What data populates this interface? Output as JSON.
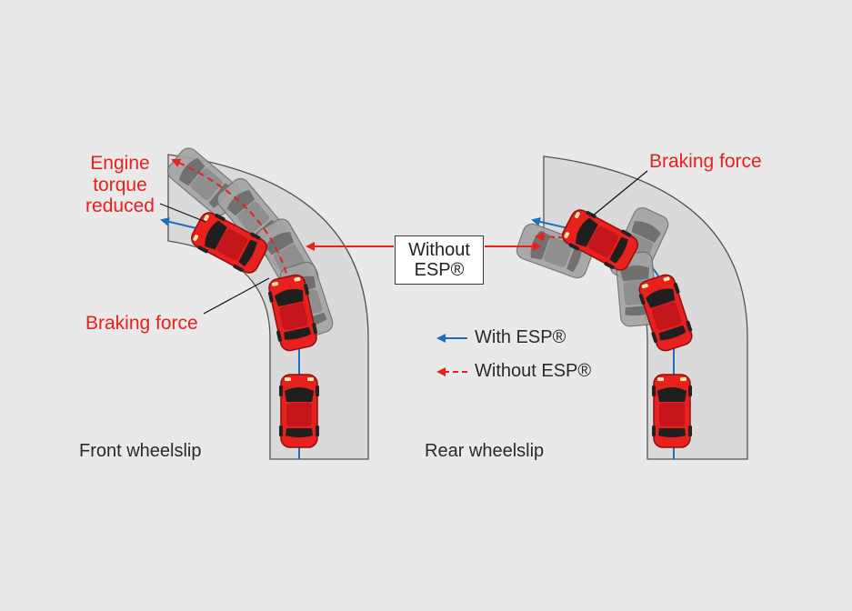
{
  "labels": {
    "engine_torque": [
      "Engine",
      "torque",
      "reduced"
    ],
    "braking_force_left": "Braking force",
    "braking_force_right": "Braking force",
    "front_caption": "Front wheelslip",
    "rear_caption": "Rear wheelslip",
    "center_box": [
      "Without",
      "ESP®"
    ]
  },
  "legend": {
    "with_esp": "With ESP®",
    "without_esp": "Without ESP®"
  },
  "colors": {
    "background": "#e9e9e9",
    "road": "#dadada",
    "car_red": "#e8201e",
    "ghost_car": "#9b9b9b",
    "with_esp_blue": "#1c6fbf",
    "without_esp_red": "#e8201e"
  }
}
